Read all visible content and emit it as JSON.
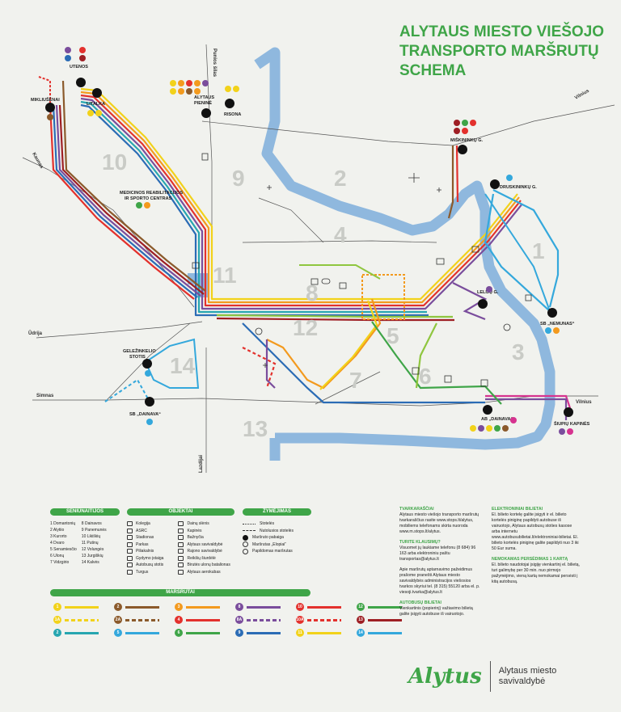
{
  "title": [
    "ALYTAUS MIESTO VIEŠOJO",
    "TRANSPORTO MARŠRUTŲ",
    "SCHEMA"
  ],
  "colors": {
    "green": "#3fa548",
    "river": "#8fb8de",
    "yellow": "#f2d21a",
    "orange": "#f39a1e",
    "red": "#e3312d",
    "purple": "#7a4d9c",
    "blue": "#2b6cb5",
    "teal": "#27a6b0",
    "lightgreen": "#8fc63f",
    "darkred": "#9e1f24",
    "brown": "#8b5a2b",
    "gray": "#9a9a9a",
    "lightblue": "#34a8dc",
    "pink": "#d6338f"
  },
  "districts": [
    "10",
    "9",
    "2",
    "4",
    "11",
    "8",
    "12",
    "5",
    "14",
    "7",
    "6",
    "3",
    "1",
    "13"
  ],
  "roads": [
    "Ūdrija",
    "Simnas",
    "Vilnius",
    "Kaunas",
    "Punios šilas",
    "Lazdijai",
    "Vilnius"
  ],
  "terminals": [
    {
      "label": "UTENOS"
    },
    {
      "label": "MIKLIUŠĖNAI"
    },
    {
      "label": "LITALKA"
    },
    {
      "label": "ALYTAUS PIENINĖ"
    },
    {
      "label": "RISONA"
    },
    {
      "label": "MEDICINOS REABILITACIJOS IR SPORTO CENTRAS"
    },
    {
      "label": "MIŠKININKŲ G."
    },
    {
      "label": "DRUSKININKŲ G."
    },
    {
      "label": "LELIJŲ G."
    },
    {
      "label": "SB „NEMUNAS“"
    },
    {
      "label": "GELEŽINKELIO STOTIS"
    },
    {
      "label": "SB „DAINAVA“"
    },
    {
      "label": "AB „DAINAVA“"
    },
    {
      "label": "ŠIUPIŲ KAPINĖS"
    }
  ],
  "legend": {
    "seniunaitijos_title": "SENIŪNAITIJOS",
    "seniunaitijos": [
      [
        "1",
        "Domantonių"
      ],
      [
        "2",
        "Alytiio"
      ],
      [
        "3",
        "Kurorto"
      ],
      [
        "4",
        "Dvaro"
      ],
      [
        "5",
        "Senamiesčio"
      ],
      [
        "6",
        "Ulonų"
      ],
      [
        "7",
        "Vidzgirio"
      ],
      [
        "8",
        "Dainavos"
      ],
      [
        "9",
        "Panemunės"
      ],
      [
        "10",
        "Likiškių"
      ],
      [
        "11",
        "Putinų"
      ],
      [
        "12",
        "Volungės"
      ],
      [
        "13",
        "Jurgiškių"
      ],
      [
        "14",
        "Kalvės"
      ]
    ],
    "objektai_title": "OBJEKTAI",
    "objektai_a": [
      "Kolegija",
      "ASRC",
      "Stadionas",
      "Parkas",
      "Piliakalnis",
      "Gydymo įstaiga",
      "Autobusų stotis",
      "Turgus"
    ],
    "objektai_b": [
      "Dainų slėnis",
      "Kapinės",
      "Bažnyčia",
      "Alytaus savivaldybė",
      "Rajono savivaldybė",
      "Reikšių šiurdėlė",
      "Birutės ulonų batalionas",
      "Alytaus aerokubas"
    ],
    "zymejimas_title": "ŽYMĖJIMAS",
    "zymejimas": [
      "Stotelės",
      "Nutolusios stotelės",
      "Maršruto pabaiga",
      "Maršrutas „Elopiai“",
      "Papildomas maršrutas"
    ],
    "marsrutai_title": "MARŠRUTAI",
    "marsrutai": [
      {
        "id": "1",
        "color": "#f2d21a"
      },
      {
        "id": "2",
        "color": "#8b5a2b"
      },
      {
        "id": "3",
        "color": "#f39a1e"
      },
      {
        "id": "8",
        "color": "#7a4d9c"
      },
      {
        "id": "10",
        "color": "#e3312d"
      },
      {
        "id": "12",
        "color": "#3fa548"
      },
      {
        "id": "1A",
        "color": "#f2d21a"
      },
      {
        "id": "2A",
        "color": "#8b5a2b"
      },
      {
        "id": "4",
        "color": "#e3312d"
      },
      {
        "id": "8A",
        "color": "#7a4d9c"
      },
      {
        "id": "10A",
        "color": "#e3312d"
      },
      {
        "id": "13",
        "color": "#9e1f24"
      },
      {
        "id": "2",
        "color": "#27a6b0"
      },
      {
        "id": "5",
        "color": "#34a8dc"
      },
      {
        "id": "6",
        "color": "#3fa548"
      },
      {
        "id": "9",
        "color": "#2b6cb5"
      },
      {
        "id": "11",
        "color": "#f2d21a"
      },
      {
        "id": "14",
        "color": "#34a8dc"
      }
    ]
  },
  "info": {
    "tvarkarasciai_h": "TVARKARAŠČIAI",
    "tvarkarasciai": "Alytaus miesto viešojo transporto maršrutų tvarkaraščius rasite www.stops.lt/alytus, mobiliems telefonams skirta nuoroda www.m.stops.lt/alytus.",
    "turite_h": "TURITE KLAUSIMŲ?",
    "turite": "Visuomet jų laukiame telefonu (8 684) 96 163 arba elektroniniu paštu transportas@alytus.lt",
    "pasiulymai": "Apie maršrutų aptarnavimo pažeidimus prašome pranešti Alytaus miesto savivaldybės administracijos viešosios tvarkos skyriui tel. (8 315) 55120 arba el. p. viesoji.tvarka@alytus.lt",
    "autobusu_h": "AUTOBUSŲ BILIETAI",
    "autobusu": "Vienkartinis (popierinį) važiavimo bilietą galite įsigyti autobuse iš vairuotojo.",
    "elektroniniai_h": "ELEKTRONINIAI BILIETAI",
    "elektroniniai": "El. bilieto kortelę galite įsigyti ir el. bilieto kortelės piniginę papildyti autobuse iš vairuotojo, Alytaus autobusų stoties kasose arba internetu www.autobusubilietai.lt/elektroniniai-bilietai. El. bilieto kortelės piniginę galite papildyti nuo 3 iki 50 Eur suma.",
    "nemokamas_h": "NEMOKAMAS PERSĖDIMAS 1 KARTĄ",
    "nemokamas": "El. bilieto naudotojai įsigiję vienkartinį el. bilietą, turi galimybę per 30 min. nuo pirmojo pažymėjimo, vieną kartą nemokamai persėsti į kitą autobusą."
  },
  "logo": {
    "word": "Alytus",
    "line1": "Alytaus miesto",
    "line2": "savivaldybė"
  }
}
